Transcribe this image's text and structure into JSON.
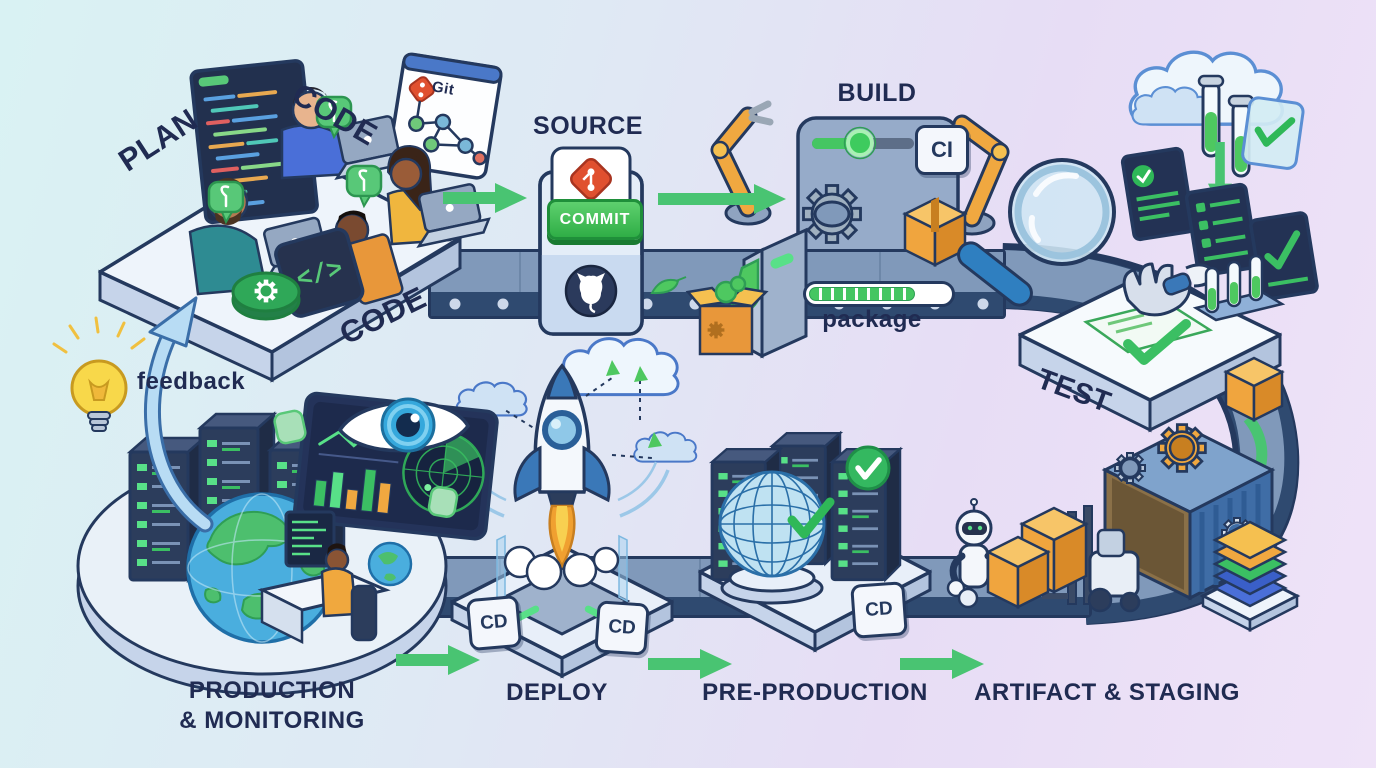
{
  "scene": {
    "title": "DevOps CI/CD pipeline isometric illustration",
    "background_left_color": "#d9f2f3",
    "background_right_color": "#efe3f8"
  },
  "labels": {
    "plan": "PLAN",
    "code_top": "CODE",
    "code_bottom": "CODE",
    "source": "SOURCE",
    "commit": "COMMIT",
    "git": "Git",
    "build": "BUILD",
    "ci": "CI",
    "package": "package",
    "test": "TEST",
    "feedback": "feedback",
    "deploy": "DEPLOY",
    "pre_production": "PRE-PRODUCTION",
    "artifact_staging": "ARTIFACT & STAGING",
    "production_line1": "PRODUCTION",
    "production_line2": "& MONITORING",
    "cd_deploy_left": "CD",
    "cd_deploy_right": "CD",
    "cd_pre_production": "CD"
  },
  "build": {
    "progress_percent": 76
  },
  "flow_order": [
    "PLAN",
    "CODE",
    "SOURCE",
    "BUILD",
    "TEST",
    "ARTIFACT & STAGING",
    "PRE-PRODUCTION",
    "DEPLOY",
    "PRODUCTION & MONITORING",
    "feedback"
  ],
  "colors": {
    "outline_navy": "#24395e",
    "label_navy": "#202b52",
    "arrow_green": "#49c472",
    "commit_green": "#3cb54a",
    "belt_surface": "#8099ba",
    "belt_front": "#2f4a70",
    "platform_light": "#eef4fb",
    "box_orange": "#f0a53e",
    "robot_arm_orange": "#f0a840",
    "globe_blue": "#4aaede",
    "continent_green": "#4dbf6e",
    "screen_dark": "#24335a",
    "led_green": "#58e088"
  },
  "icons": {
    "lightbulb-icon": "idea bulb",
    "eye-icon": "monitoring eye",
    "magnifier-icon": "test magnifying glass",
    "rocket-icon": "deploy rocket",
    "globe-icon": "world globe",
    "gear-icon": "gear",
    "robot-arm-icon": "build robot arm",
    "robot-icon": "staging robot",
    "box-icon": "package box",
    "cloud-icon": "cloud",
    "check-icon": "green checkmark",
    "git-icon": "git diamond",
    "octocat-icon": "github octocat",
    "chat-bubble-icon": "green chat bubble",
    "server-rack-icon": "server rack",
    "test-tube-icon": "test tube",
    "container-icon": "artifact container",
    "forklift-icon": "forklift",
    "code-sign-icon": "</> sign",
    "radar-icon": "radar screen",
    "layers-icon": "stacked image layers"
  }
}
